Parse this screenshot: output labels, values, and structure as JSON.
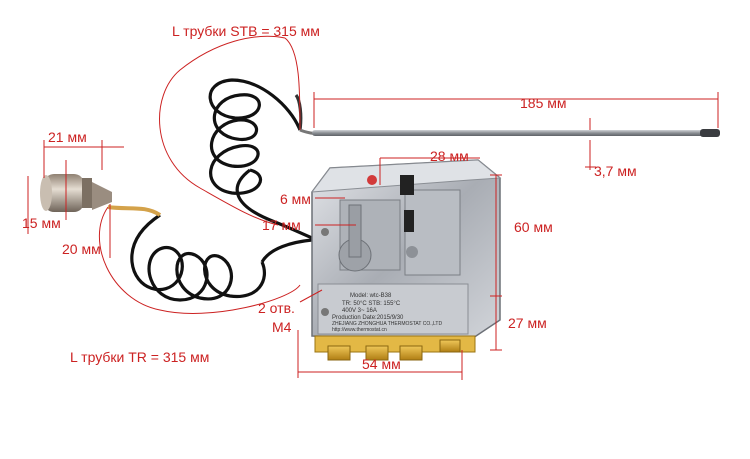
{
  "image": {
    "subject": "thermostat",
    "colors": {
      "annotation": "#cc2222",
      "body_metal": "#b8bcc2",
      "capillary_wire": "#111111",
      "terminal_gold": "#d9a52a",
      "background": "#ffffff"
    }
  },
  "labels": {
    "stb_length": "L трубки STB = 315 мм",
    "tr_length": "L трубки TR = 315 мм",
    "probe_length": "185 мм",
    "probe_diameter": "3,7 мм",
    "bulb_length": "21 мм",
    "bulb_diameter": "15 мм",
    "bulb_flange": "20 мм",
    "shaft_6": "6 мм",
    "shaft_17": "17 мм",
    "shaft_28": "28 мм",
    "holes_count": "2 отв.",
    "holes_thread": "М4",
    "height_top": "60 мм",
    "height_bottom": "27 мм",
    "width": "54 мм"
  },
  "plate": {
    "model": "Model: wtc-B38",
    "tr": "TR: 50°C  STB: 155°C",
    "rating": "400V 3~  16A",
    "production": "Production Date:2015/9/30",
    "maker": "ZHEJIANG ZHONGHUA THERMOSTAT CO.,LTD",
    "web": "http://www.thermostat.cn"
  }
}
